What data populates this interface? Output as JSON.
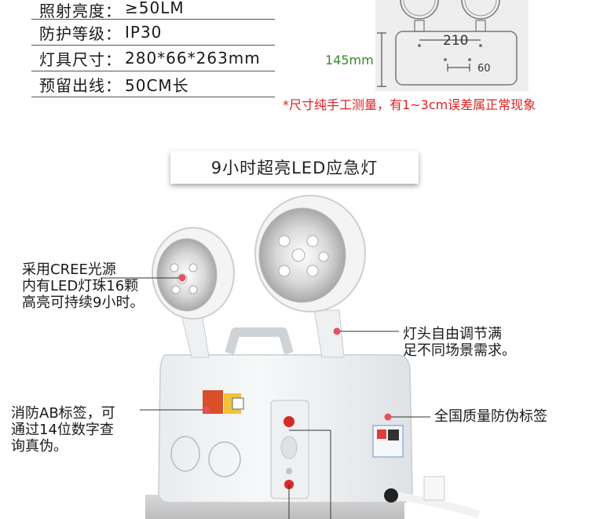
{
  "specs": [
    {
      "label": "照射亮度：",
      "value": "≥50LM"
    },
    {
      "label": "防护等级：",
      "value": "IP30"
    },
    {
      "label": "灯具尺寸：",
      "value": "280*66*263mm"
    },
    {
      "label": "预留出线：",
      "value": "50CM长"
    }
  ],
  "dimensions": {
    "height_label": "145mm",
    "width_label": "210",
    "spacing_label": "60"
  },
  "note": "*尺寸纯手工测量，有1~3cm误差属正常现象",
  "title": "9小时超亮LED应急灯",
  "callouts": {
    "light_source": [
      "采用CREE光源",
      "内有LED灯珠16颗",
      "高亮可持续9小时。"
    ],
    "adjustable_head": [
      "灯头自由调节满",
      "足不同场景需求。"
    ],
    "fire_label": [
      "消防AB标签，可",
      "通过14位数字查",
      "询真伪。"
    ],
    "quality_label": [
      "全国质量防伪标签"
    ]
  },
  "colors": {
    "accent_red": "#e02020",
    "dim_green": "#3a8a2c",
    "callout_dot": "#e8505b"
  }
}
